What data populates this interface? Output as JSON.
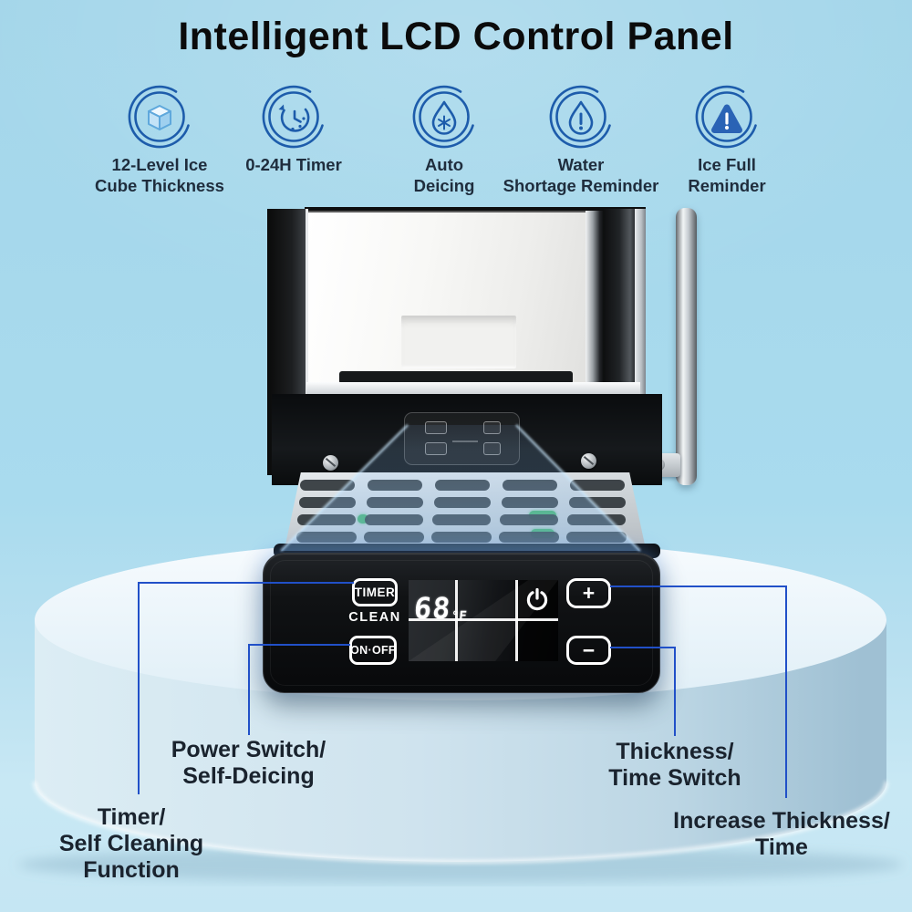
{
  "title": "Intelligent LCD Control Panel",
  "features": [
    {
      "icon": "ice-cube-icon",
      "line1": "12-Level Ice",
      "line2": "Cube Thickness"
    },
    {
      "icon": "timer-icon",
      "line1": "0-24H Timer",
      "line2": ""
    },
    {
      "icon": "auto-deicing-icon",
      "line1": "Auto",
      "line2": "Deicing"
    },
    {
      "icon": "water-shortage-icon",
      "line1": "Water",
      "line2": "Shortage Reminder"
    },
    {
      "icon": "ice-full-icon",
      "line1": "Ice Full",
      "line2": "Reminder"
    }
  ],
  "control_panel": {
    "timer_button": "TIMER",
    "clean_label": "CLEAN",
    "power_button": "ON·OFF",
    "display_value": "68",
    "display_unit": "°F",
    "increase_button": "+",
    "decrease_button": "−"
  },
  "callouts": {
    "timer": {
      "line1": "Timer/",
      "line2": "Self Cleaning",
      "line3": "Function"
    },
    "power": {
      "line1": "Power Switch/",
      "line2": "Self-Deicing"
    },
    "thickness": {
      "line1": "Thickness/",
      "line2": "Time Switch"
    },
    "increase": {
      "line1": "Increase Thickness/",
      "line2": "Time"
    }
  },
  "colors": {
    "background": "#a9dbee",
    "accent_blue": "#1d5cab",
    "callout_line": "#2150c8",
    "panel_black": "#0b0d0f",
    "label_text": "#1a232e"
  }
}
